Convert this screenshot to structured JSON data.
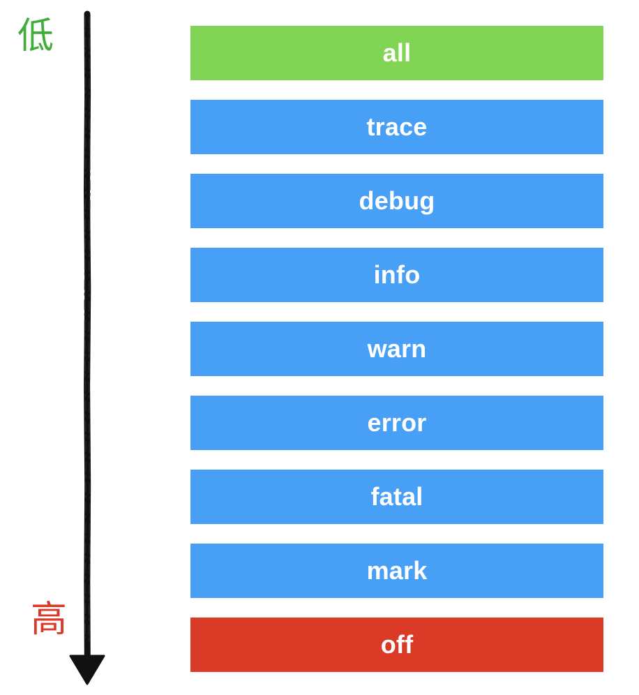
{
  "axis": {
    "low_label": "低",
    "high_label": "高",
    "low_color": "#3fae3a",
    "high_color": "#d9392a",
    "arrow_color": "#111111"
  },
  "levels": [
    {
      "name": "all",
      "color": "#82d455"
    },
    {
      "name": "trace",
      "color": "#489ff6"
    },
    {
      "name": "debug",
      "color": "#489ff6"
    },
    {
      "name": "info",
      "color": "#489ff6"
    },
    {
      "name": "warn",
      "color": "#489ff6"
    },
    {
      "name": "error",
      "color": "#489ff6"
    },
    {
      "name": "fatal",
      "color": "#489ff6"
    },
    {
      "name": "mark",
      "color": "#489ff6"
    },
    {
      "name": "off",
      "color": "#da3a26"
    }
  ]
}
